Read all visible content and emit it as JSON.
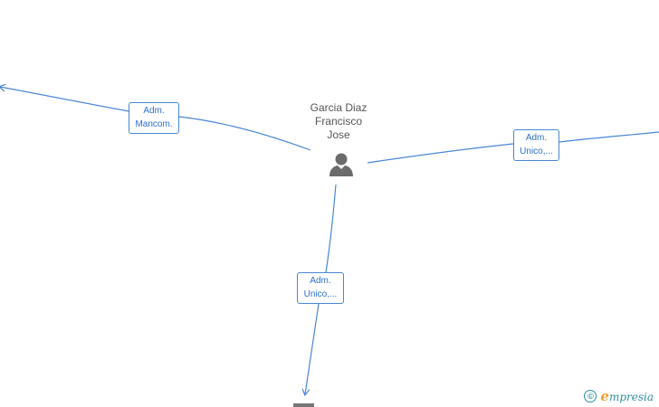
{
  "person": {
    "name_lines": [
      "Garcia Diaz",
      "Francisco",
      "Jose"
    ],
    "icon": "person-icon"
  },
  "relations": [
    {
      "id": "left",
      "label_lines": [
        "Adm.",
        "Mancom."
      ]
    },
    {
      "id": "right",
      "label_lines": [
        "Adm.",
        "Unico,..."
      ]
    },
    {
      "id": "down",
      "label_lines": [
        "Adm.",
        "Unico,..."
      ]
    }
  ],
  "footer": {
    "copyright_symbol": "©",
    "brand_first_letter": "e",
    "brand_rest": "mpresia"
  },
  "colors": {
    "edge": "#4a86d4",
    "label_text": "#2a6fc9",
    "node_icon": "#6b6b6b",
    "brand": "#2f8ea0",
    "brand_accent": "#f0a030"
  }
}
